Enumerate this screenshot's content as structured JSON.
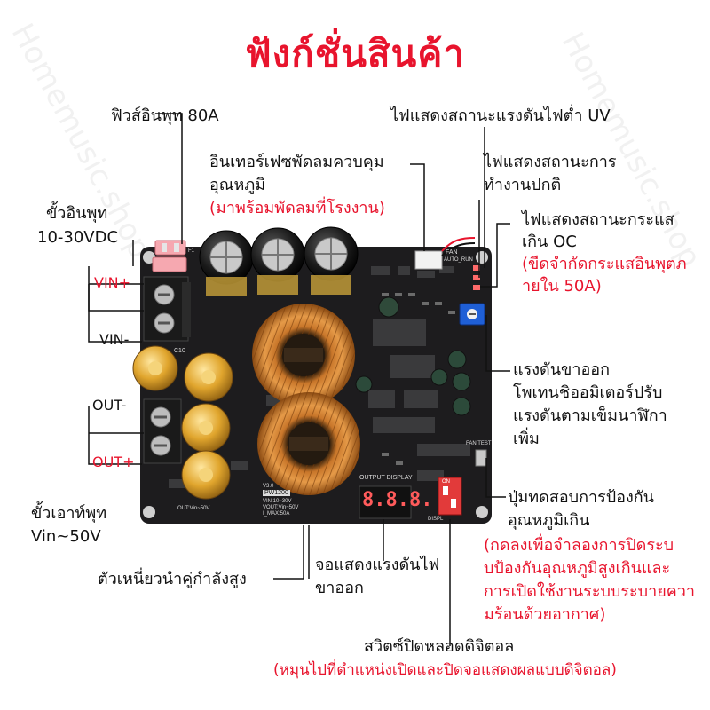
{
  "title": "ฟังก์ชั่นสินค้า",
  "watermark": "Homemusic.shop",
  "colors": {
    "accent": "#e8142d",
    "board": "#1d1c1e"
  },
  "labels": {
    "input_fuse": "ฟิวส์อินพุท 80A",
    "uv_led": "ไฟแสดงสถานะแรงดันไฟต่ำ UV",
    "fan_interface_1": "อินเทอร์เฟซพัดลมควบคุม",
    "fan_interface_2": "อุณหภูมิ",
    "fan_interface_note": "(มาพร้อมพัดลมที่โรงงาน)",
    "status_led_1": "ไฟแสดงสถานะการ",
    "status_led_2": "ทำงานปกติ",
    "oc_led_1": "ไฟแสดงสถานะกระแส",
    "oc_led_2": "เกิน OC",
    "oc_note_1": "(ขีดจำกัดกระแสอินพุตภ",
    "oc_note_2": "ายใน 50A)",
    "input_terminal_1": "ขั้วอินพุท",
    "input_terminal_2": "10-30VDC",
    "vin_plus": "VIN+",
    "vin_minus": "VIN-",
    "out_minus": "OUT-",
    "out_plus": "OUT+",
    "output_terminal_1": "ขั้วเอาท์พุท",
    "output_terminal_2": "Vin~50V",
    "pot_1": "แรงดันขาออก",
    "pot_2": "โพเทนชิออมิเตอร์ปรับ",
    "pot_3": "แรงดันตามเข็มนาฬิกา",
    "pot_4": "เพิ่ม",
    "fan_test_1": "ปุ่มทดสอบการป้องกัน",
    "fan_test_2": "อุณหภูมิเกิน",
    "fan_test_note_1": "(กดลงเพื่อจำลองการปิดระบ",
    "fan_test_note_2": "บป้องกันอุณหภูมิสูงเกินและ",
    "fan_test_note_3": "การเปิดใช้งานระบบระบายควา",
    "fan_test_note_4": "มร้อนด้วยอากาศ)",
    "inductor": "ตัวเหนี่ยวนำคู่กำลังสูง",
    "display_1": "จอแสดงแรงดันไฟ",
    "display_2": "ขาออก",
    "dip_switch": "สวิตซ์ปิดหลอดดิจิตอล",
    "dip_switch_note": "(หมุนไปที่ตำแหน่งเปิดและปิดจอแสดงผลแบบดิจิตอล)"
  },
  "board": {
    "display_readout": "8.8.8.",
    "output_display_label": "OUTPUT DISPLAY",
    "fan_label": "FAN",
    "auto_run_label": "AUTO_RUN",
    "fan_test_label": "FAN TEST",
    "model": "PW1200",
    "version": "V3.0",
    "spec_vin": "VIN:10~30V",
    "spec_vout": "VOUT:Vin~50V",
    "spec_imax": "I_MAX:50A",
    "spec_out": "OUT:Vin~50V",
    "dip_on": "ON",
    "display_word": "DISPL",
    "cap_label": "C10",
    "fuse_label": "F1"
  }
}
